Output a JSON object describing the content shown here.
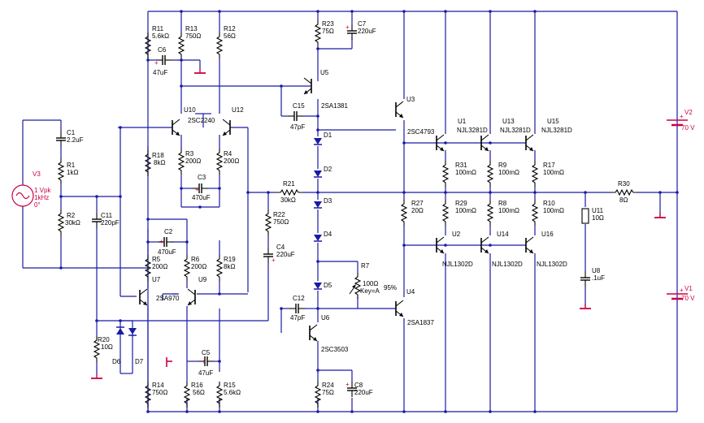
{
  "components": [
    {
      "id": "R11",
      "ref": "R11",
      "val": "5.6kΩ"
    },
    {
      "id": "R13",
      "ref": "R13",
      "val": "750Ω"
    },
    {
      "id": "R12",
      "ref": "R12",
      "val": "56Ω"
    },
    {
      "id": "R23",
      "ref": "R23",
      "val": "75Ω"
    },
    {
      "id": "C7",
      "ref": "C7",
      "val": "220uF"
    },
    {
      "id": "C6",
      "ref": "C6",
      "val": "47uF"
    },
    {
      "id": "U5",
      "ref": "U5",
      "val": ""
    },
    {
      "id": "U10",
      "ref": "U10",
      "val": "2SC2240"
    },
    {
      "id": "U12",
      "ref": "U12",
      "val": ""
    },
    {
      "id": "C15",
      "ref": "C15",
      "val": "47pF"
    },
    {
      "id": "U3",
      "ref": "U3",
      "val": "2SC4793"
    },
    {
      "id": "U1",
      "ref": "U1",
      "val": "NJL3281D"
    },
    {
      "id": "U13",
      "ref": "U13",
      "val": "NJL3281D"
    },
    {
      "id": "U15",
      "ref": "U15",
      "val": "NJL3281D"
    },
    {
      "id": "C1",
      "ref": "C1",
      "val": "2.2uF"
    },
    {
      "id": "R1",
      "ref": "R1",
      "val": "1kΩ"
    },
    {
      "id": "R18",
      "ref": "R18",
      "val": "8kΩ"
    },
    {
      "id": "R3",
      "ref": "R3",
      "val": "200Ω"
    },
    {
      "id": "R4",
      "ref": "R4",
      "val": "200Ω"
    },
    {
      "id": "C3",
      "ref": "C3",
      "val": "470uF"
    },
    {
      "id": "D1",
      "ref": "D1",
      "val": ""
    },
    {
      "id": "D2",
      "ref": "D2",
      "val": ""
    },
    {
      "id": "D3",
      "ref": "D3",
      "val": ""
    },
    {
      "id": "D4",
      "ref": "D4",
      "val": ""
    },
    {
      "id": "D5",
      "ref": "D5",
      "val": ""
    },
    {
      "id": "R31",
      "ref": "R31",
      "val": "100mΩ"
    },
    {
      "id": "R9",
      "ref": "R9",
      "val": "100mΩ"
    },
    {
      "id": "R17",
      "ref": "R17",
      "val": "100mΩ"
    },
    {
      "id": "R21",
      "ref": "R21",
      "val": "30kΩ"
    },
    {
      "id": "R2",
      "ref": "R2",
      "val": "30kΩ"
    },
    {
      "id": "C11",
      "ref": "C11",
      "val": "220pF"
    },
    {
      "id": "R22",
      "ref": "R22",
      "val": "750Ω"
    },
    {
      "id": "R27",
      "ref": "R27",
      "val": "20Ω"
    },
    {
      "id": "R29",
      "ref": "R29",
      "val": "100mΩ"
    },
    {
      "id": "R8",
      "ref": "R8",
      "val": "100mΩ"
    },
    {
      "id": "R10",
      "ref": "R10",
      "val": "100mΩ"
    },
    {
      "id": "R30",
      "ref": "R30",
      "val": "8Ω"
    },
    {
      "id": "U11",
      "ref": "U11",
      "val": "10Ω"
    },
    {
      "id": "C2",
      "ref": "C2",
      "val": "470uF"
    },
    {
      "id": "C4",
      "ref": "C4",
      "val": "220uF"
    },
    {
      "id": "R5",
      "ref": "R5",
      "val": "200Ω"
    },
    {
      "id": "R6",
      "ref": "R6",
      "val": "200Ω"
    },
    {
      "id": "R19",
      "ref": "R19",
      "val": "8kΩ"
    },
    {
      "id": "U2",
      "ref": "U2",
      "val": "NJL1302D"
    },
    {
      "id": "U14",
      "ref": "U14",
      "val": "NJL1302D"
    },
    {
      "id": "U16",
      "ref": "U16",
      "val": "NJL1302D"
    },
    {
      "id": "R7",
      "ref": "R7",
      "val": "100Ω"
    },
    {
      "id": "U8",
      "ref": "U8",
      "val": ".1uF"
    },
    {
      "id": "U7",
      "ref": "U7",
      "val": "2SA970"
    },
    {
      "id": "U9",
      "ref": "U9",
      "val": ""
    },
    {
      "id": "C12",
      "ref": "C12",
      "val": "47pF"
    },
    {
      "id": "U4",
      "ref": "U4",
      "val": "2SA1837"
    },
    {
      "id": "U6",
      "ref": "U6",
      "val": "2SC3503"
    },
    {
      "id": "U5b",
      "ref": "",
      "val": "2SA1381"
    },
    {
      "id": "R20",
      "ref": "R20",
      "val": "10Ω"
    },
    {
      "id": "D6",
      "ref": "D6",
      "val": ""
    },
    {
      "id": "D7",
      "ref": "D7",
      "val": ""
    },
    {
      "id": "C5",
      "ref": "C5",
      "val": "47uF"
    },
    {
      "id": "R14",
      "ref": "R14",
      "val": "750Ω"
    },
    {
      "id": "R16",
      "ref": "R16",
      "val": "56Ω"
    },
    {
      "id": "R15",
      "ref": "R15",
      "val": "5.6kΩ"
    },
    {
      "id": "R24",
      "ref": "R24",
      "val": "75Ω"
    },
    {
      "id": "C8",
      "ref": "C8",
      "val": "220uF"
    }
  ],
  "sources": {
    "V3": {
      "ref": "V3",
      "l1": "1 Vpk",
      "l2": "1kHz",
      "l3": "0°"
    },
    "V2": {
      "ref": "V2",
      "val": "70 V"
    },
    "V1": {
      "ref": "V1",
      "val": "70 V"
    }
  },
  "pot": {
    "key": "Key=A",
    "pct": "95%"
  }
}
